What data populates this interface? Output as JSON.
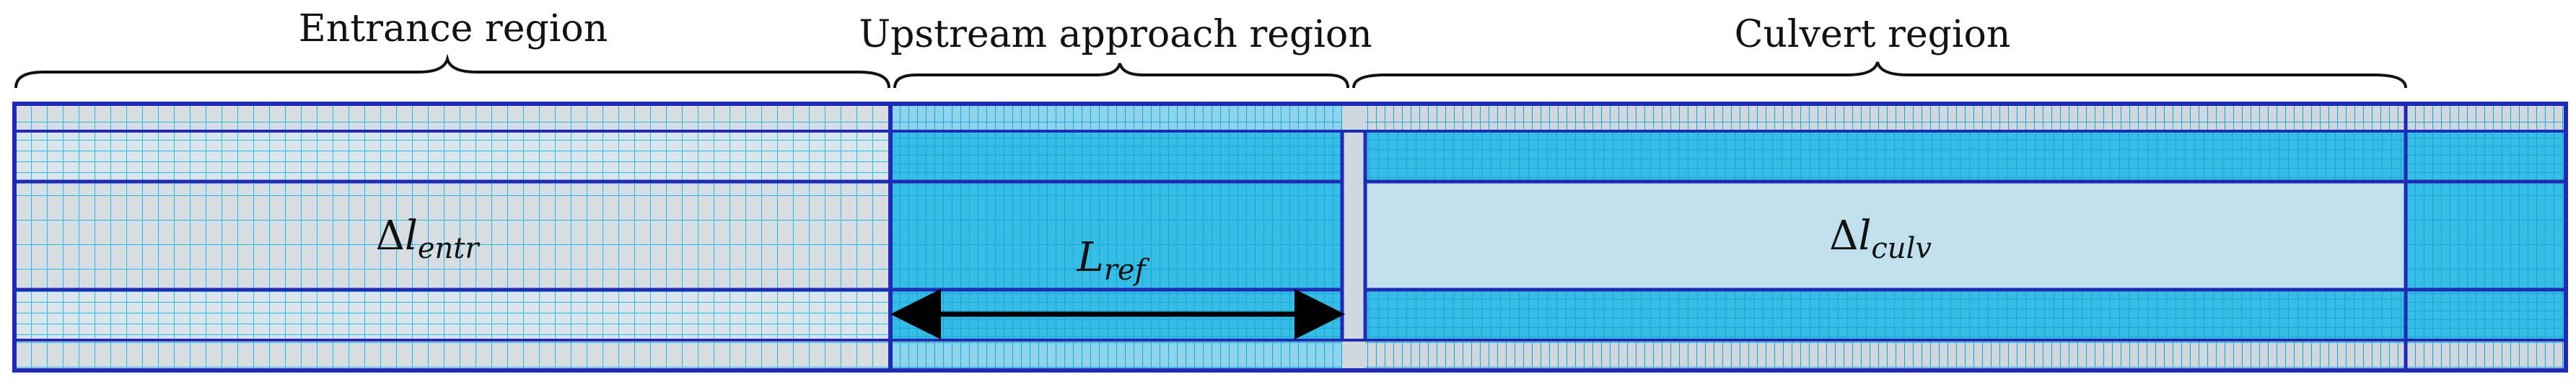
{
  "regions": {
    "entrance": "Entrance region",
    "upstream": "Upstream approach region",
    "culvert": "Culvert region"
  },
  "symbols": {
    "delta_entr": {
      "prefix": "Δ",
      "main": "l",
      "sub": "entr"
    },
    "l_ref": {
      "main": "L",
      "sub": "ref"
    },
    "delta_culv": {
      "prefix": "Δ",
      "main": "l",
      "sub": "culv"
    }
  },
  "colors": {
    "dark_blue": "#1f2bb5",
    "grid_cyan": "#2bb8e0",
    "fill_grey": "#d6dde3",
    "fill_light": "#bfe3f0",
    "fill_cyan": "#35bde6",
    "arrow": "#000000"
  }
}
